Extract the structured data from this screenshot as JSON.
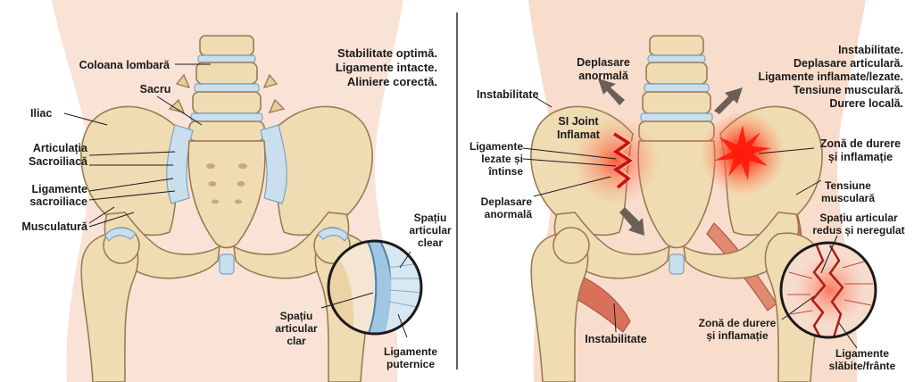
{
  "left_panel": {
    "status_lines": [
      "Stabilitate optimă.",
      "Ligamente intacte.",
      "Aliniere corectă."
    ],
    "labels": {
      "lumbar_spine": "Coloana lombară",
      "sacrum": "Sacru",
      "ilium": "Iliac",
      "si_joint_line1": "Articulația",
      "si_joint_line2": "Sacroiliacă",
      "ligaments_line1": "Ligamente",
      "ligaments_line2": "sacroiliace",
      "musculature": "Musculatură",
      "clear_space_top_line1": "Spațiu",
      "clear_space_top_line2": "articular",
      "clear_space_top_line3": "clear",
      "clear_space_bottom_line1": "Spațiu",
      "clear_space_bottom_line2": "articular",
      "clear_space_bottom_line3": "clar",
      "strong_ligaments_line1": "Ligamente",
      "strong_ligaments_line2": "puternice"
    }
  },
  "right_panel": {
    "status_lines": [
      "Instabilitate.",
      "Deplasare articulară.",
      "Ligamente inflamate/lezate.",
      "Tensiune musculară.",
      "Durere locală."
    ],
    "labels": {
      "instability_top": "Instabilitate",
      "abnormal_shift_top_line1": "Deplasare",
      "abnormal_shift_top_line2": "anormală",
      "si_inflamed_line1": "SI Joint",
      "si_inflamed_line2": "Inflamat",
      "torn_ligaments_line1": "Ligamente",
      "torn_ligaments_line2": "lezate și",
      "torn_ligaments_line3": "întinse",
      "abnormal_shift_line1": "Deplasare",
      "abnormal_shift_line2": "anormală",
      "pain_zone_line1": "Zonă de durere",
      "pain_zone_line2": "și inflamație",
      "muscle_tension_line1": "Tensiune",
      "muscle_tension_line2": "musculară",
      "reduced_space_line1": "Spațiu articular",
      "reduced_space_line2": "redus și neregulat",
      "pain_zone_bottom_line1": "Zonă de durere",
      "pain_zone_bottom_line2": "și inflamație",
      "instability_bottom": "Instabilitate",
      "weak_ligaments_line1": "Ligamente",
      "weak_ligaments_line2": "slăbite/frânte"
    }
  },
  "colors": {
    "bone": "#f0dcb3",
    "cartilage": "#c9dfee",
    "skin": "#f7dfd0",
    "inflammation": "#ff2a1a",
    "muscle": "#d9705a"
  }
}
